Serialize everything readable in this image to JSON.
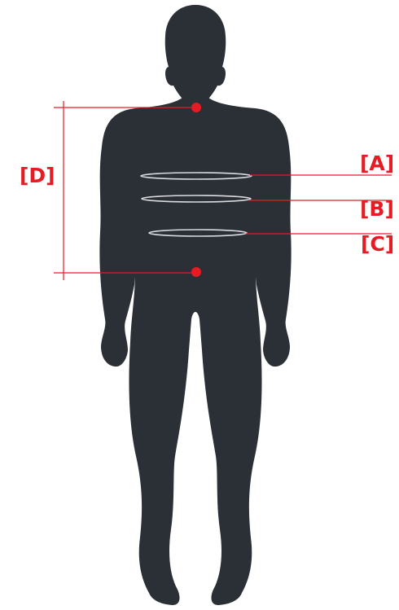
{
  "colors": {
    "silhouette": "#2b2f36",
    "accent": "#e51c23",
    "band": "#d9dbde"
  },
  "labels": {
    "a": "[A]",
    "b": "[B]",
    "c": "[C]",
    "d": "[D]"
  }
}
